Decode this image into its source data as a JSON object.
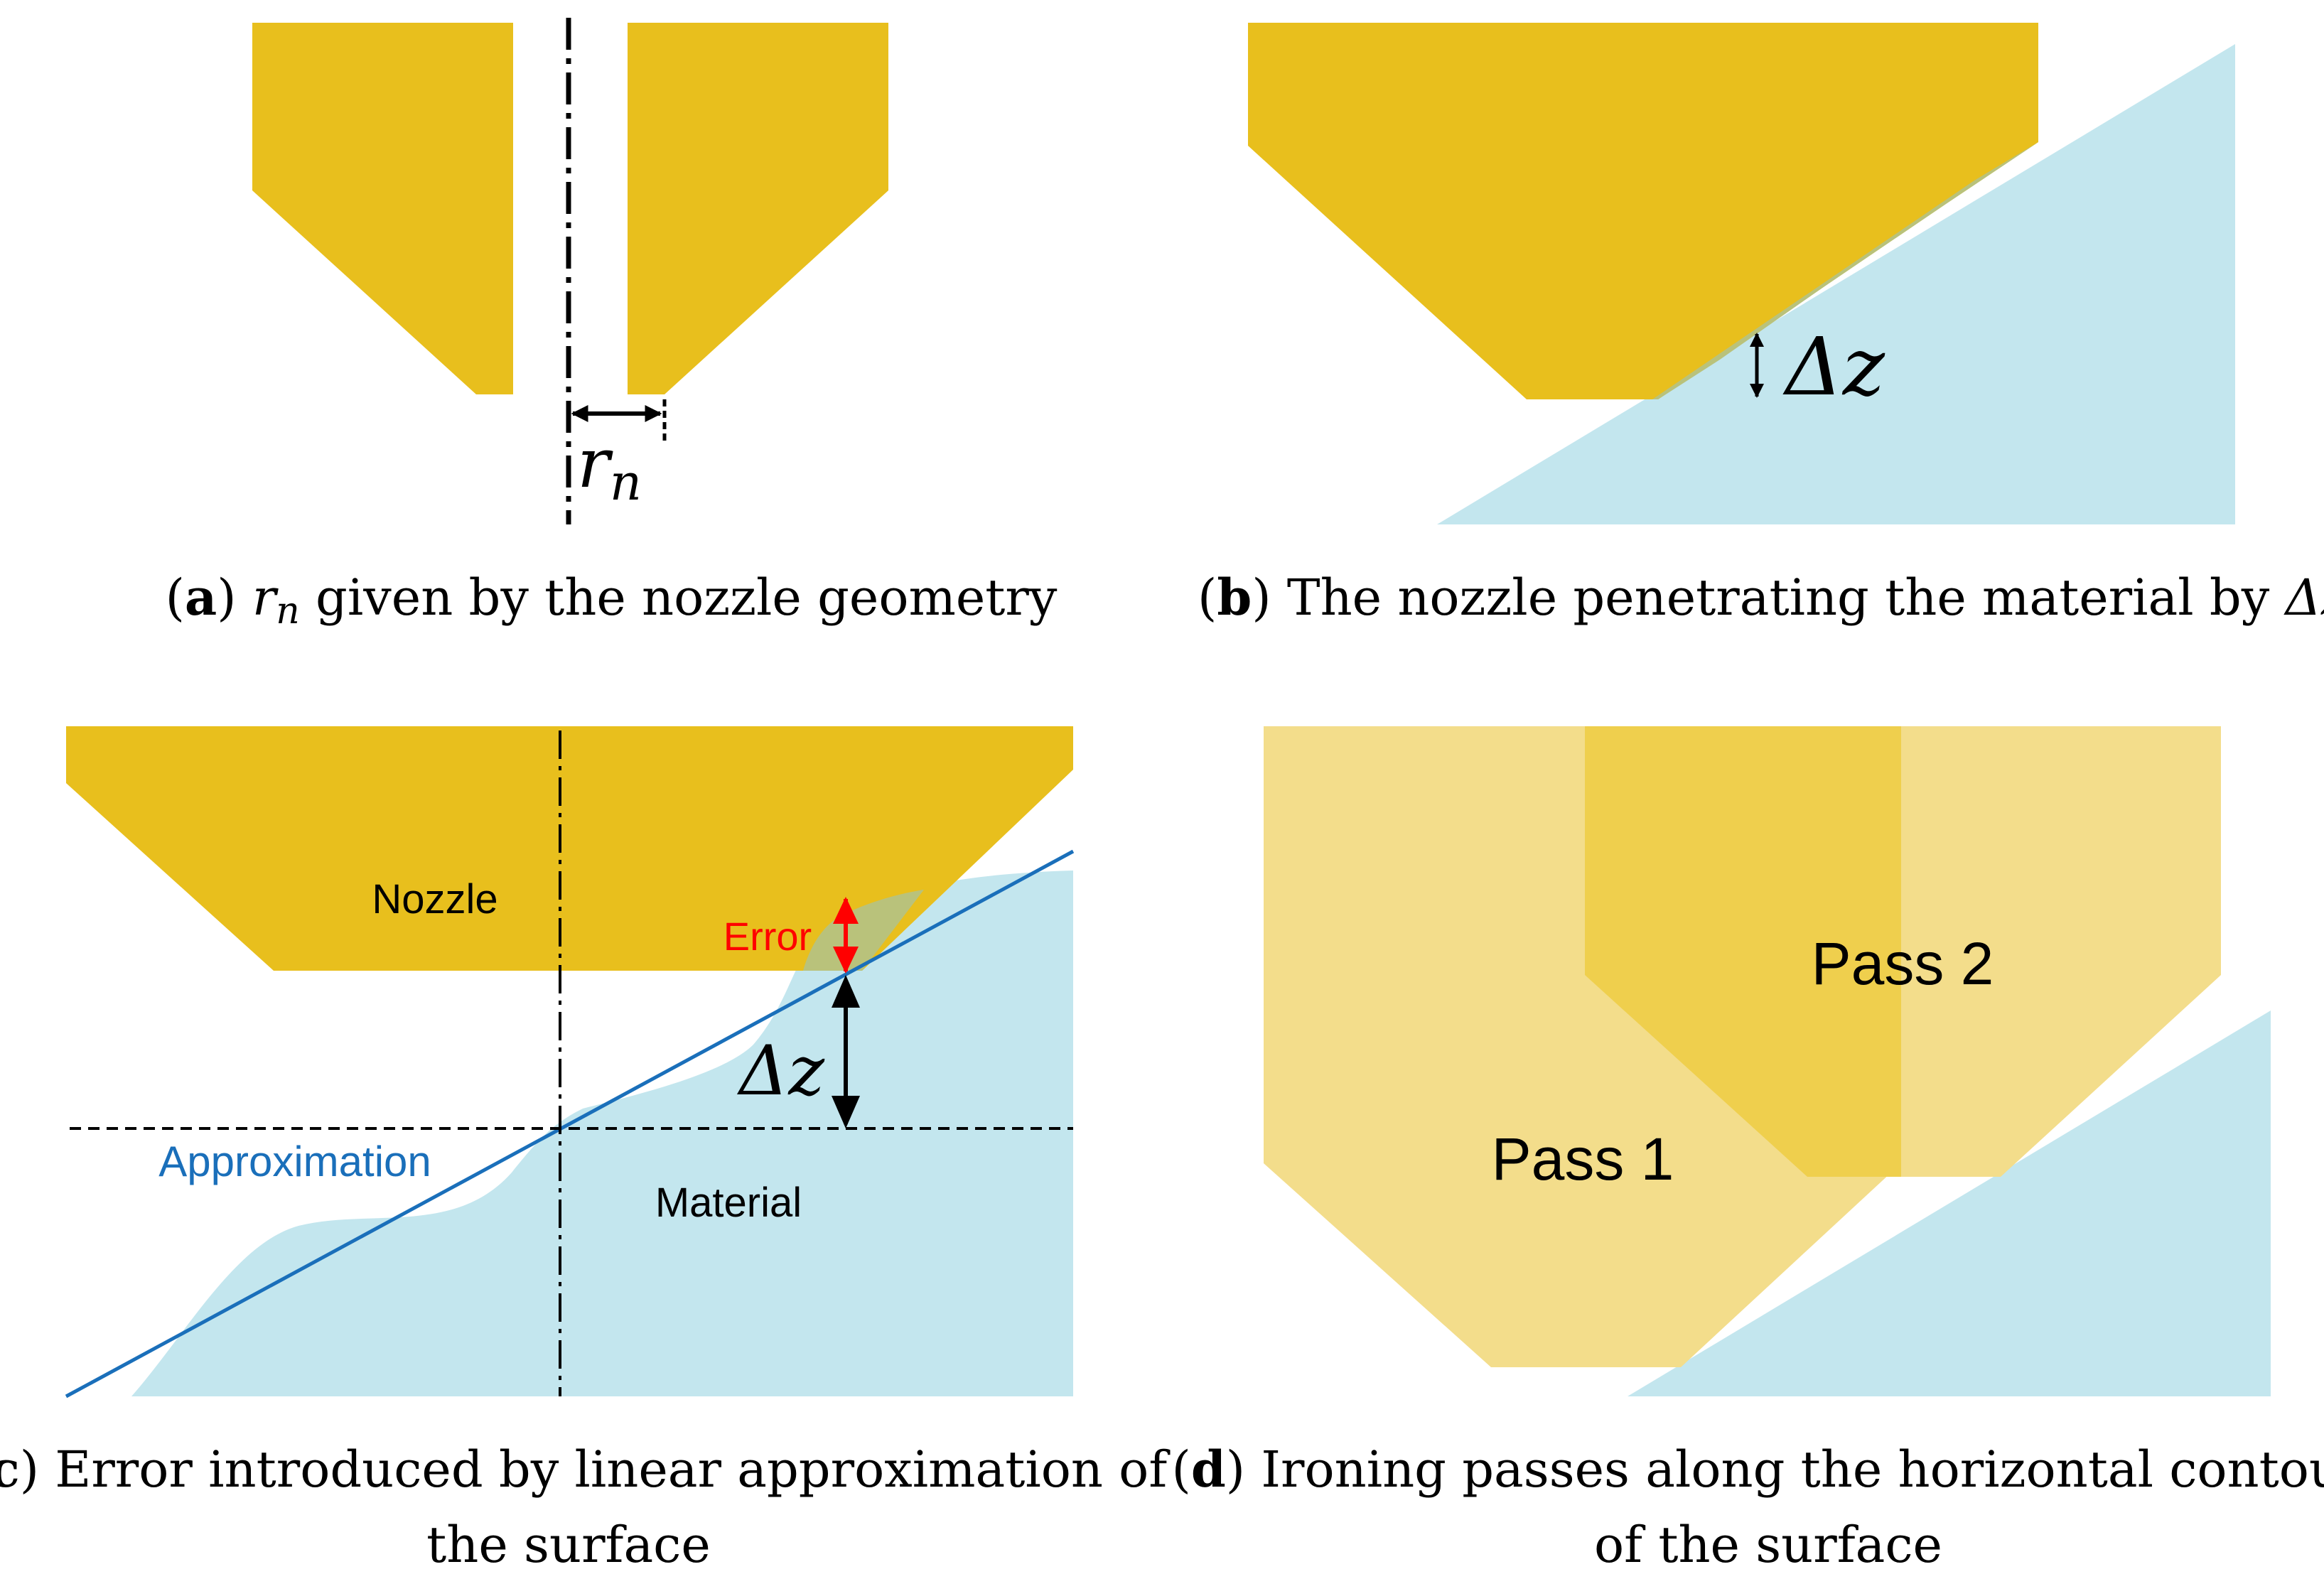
{
  "colors": {
    "nozzle": "#e8bf1d",
    "nozzle_light": "#f3dd8b",
    "nozzle_mid": "#efcf4d",
    "material": "#c3e6ee",
    "overlap": "#b9c27b",
    "approximation_line": "#1a6fba",
    "error_arrow": "#ff0000",
    "error_text": "#ff0000",
    "approx_text": "#1a6fba"
  },
  "panels": {
    "a": {
      "symbol_r": "r",
      "symbol_n": "n",
      "caption_letter": "a",
      "caption_r": "r",
      "caption_n": "n",
      "caption_rest": " given by the nozzle geometry"
    },
    "b": {
      "delta_z": "Δz",
      "caption_letter": "b",
      "caption_rest": " The nozzle penetrating the material by ",
      "caption_delta": "Δz"
    },
    "c": {
      "nozzle_label": "Nozzle",
      "error_label": "Error",
      "delta_z": "Δz",
      "approximation_label": "Approximation",
      "material_label": "Material",
      "caption_letter": "c",
      "caption_line1_rest": " Error introduced by linear approximation of",
      "caption_line2": "the surface"
    },
    "d": {
      "pass1_label": "Pass 1",
      "pass2_label": "Pass 2",
      "caption_letter": "d",
      "caption_line1_rest": " Ironing passes along the horizontal contour",
      "caption_line2": "of the surface"
    }
  }
}
